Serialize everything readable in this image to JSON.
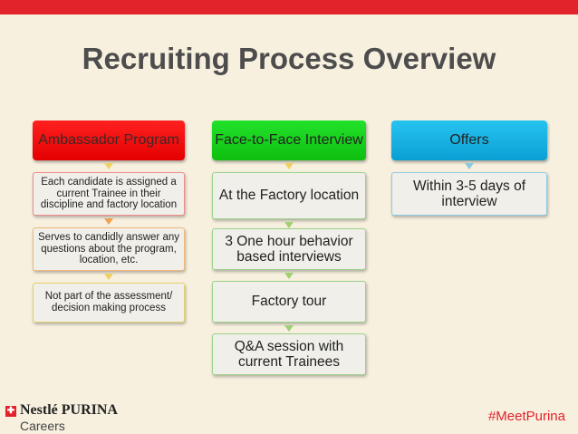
{
  "title": "Recruiting Process Overview",
  "colors": {
    "top_bar": "#e2232b",
    "background": "#f7f0df",
    "column_1_header": "#f51010",
    "column_2_header": "#18d21c",
    "column_3_header": "#1ab3e3",
    "connector_arrow": "#f0d060",
    "hashtag": "#e2232b"
  },
  "columns": [
    {
      "header": "Ambassador Program",
      "steps": [
        "Each candidate is assigned a current Trainee in their discipline and factory location",
        "Serves to candidly answer any questions about the program, location, etc.",
        "Not part of the assessment/ decision making process"
      ]
    },
    {
      "header": "Face-to-Face Interview",
      "steps": [
        "At the Factory location",
        "3  One hour behavior based interviews",
        "Factory tour",
        "Q&A session with current Trainees"
      ]
    },
    {
      "header": "Offers",
      "steps": [
        "Within 3-5 days of interview"
      ]
    }
  ],
  "footer": {
    "logo_icon": "nestle-purina-logo-mark",
    "brand": "Nestlé PURINA",
    "brand_sub": "Careers",
    "hashtag": "#MeetPurina"
  }
}
